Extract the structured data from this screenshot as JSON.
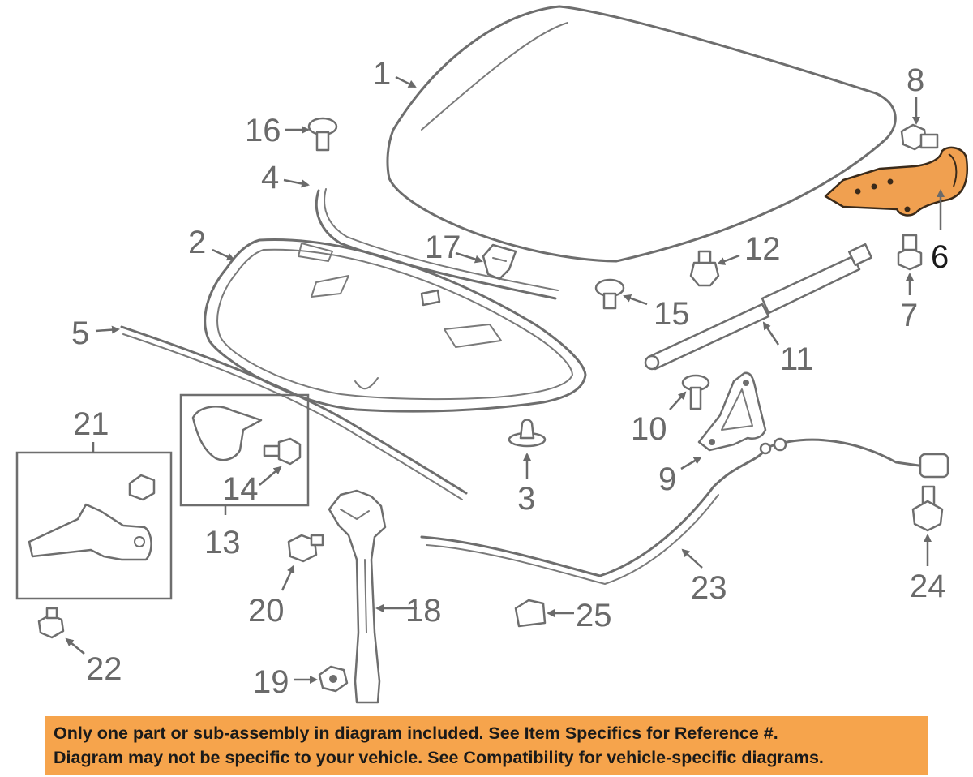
{
  "callouts": {
    "c1": "1",
    "c2": "2",
    "c3": "3",
    "c4": "4",
    "c5": "5",
    "c6": "6",
    "c7": "7",
    "c8": "8",
    "c9": "9",
    "c10": "10",
    "c11": "11",
    "c12": "12",
    "c13": "13",
    "c14": "14",
    "c15": "15",
    "c16": "16",
    "c17": "17",
    "c18": "18",
    "c19": "19",
    "c20": "20",
    "c21": "21",
    "c22": "22",
    "c23": "23",
    "c24": "24",
    "c25": "25"
  },
  "highlighted_part": "6",
  "colors": {
    "highlight": "#f0a050",
    "banner": "#f6a44c",
    "line_art": "#6e6e6e"
  },
  "banner": {
    "line1": "Only one part or sub-assembly in diagram included. See Item Specifics for Reference #.",
    "line2": "Diagram may not be specific to your vehicle. See Compatibility for vehicle-specific diagrams."
  }
}
